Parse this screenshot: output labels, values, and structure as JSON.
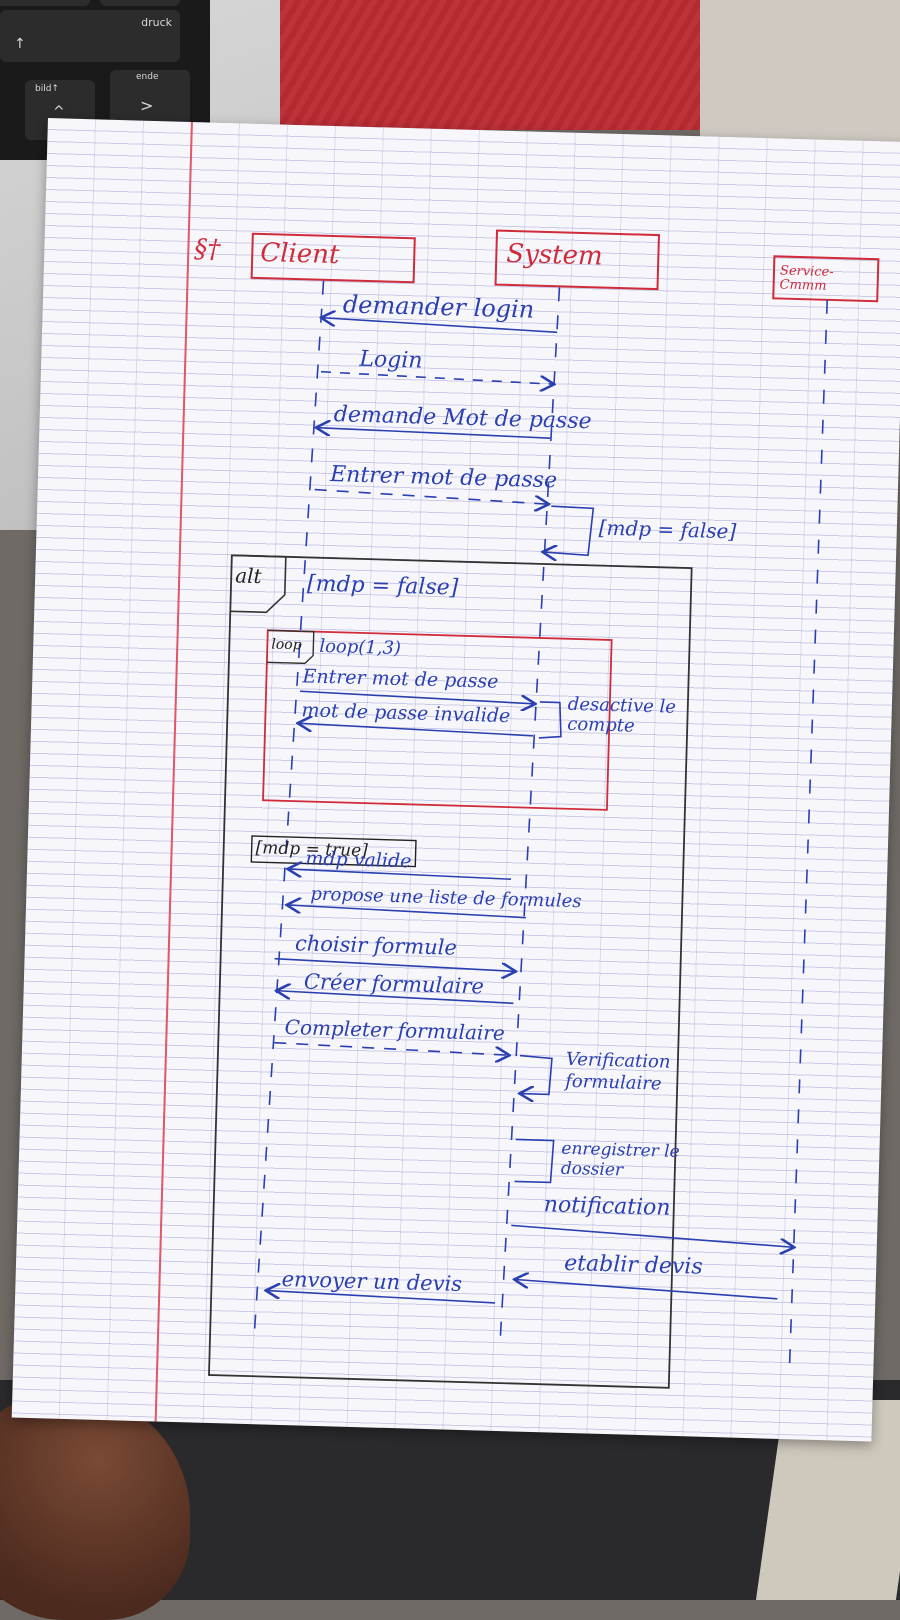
{
  "scene": {
    "keys": {
      "druck": "druck",
      "bild": "bild↑",
      "ende": "ende",
      "up_arrow": "↑",
      "caret": "^",
      "right": ">"
    }
  },
  "diagram": {
    "actor_symbol": "§†",
    "lifelines": {
      "client": "Client",
      "system": "System",
      "service": "Service-Cmmm"
    },
    "messages": [
      {
        "id": "m1",
        "text": "demander login",
        "from": "system",
        "to": "client",
        "style": "solid"
      },
      {
        "id": "m2",
        "text": "Login",
        "from": "client",
        "to": "system",
        "style": "dashed"
      },
      {
        "id": "m3",
        "text": "demande Mot de passe",
        "from": "system",
        "to": "client",
        "style": "solid"
      },
      {
        "id": "m4",
        "text": "Entrer mot de passe",
        "from": "client",
        "to": "system",
        "style": "dashed"
      },
      {
        "id": "m5",
        "text": "[mdp = false]",
        "from": "system",
        "to": "system",
        "style": "self"
      }
    ],
    "alt_fragment": {
      "label": "alt",
      "guard1": "[mdp = false]",
      "loop_fragment": {
        "label": "loop",
        "condition": "loop(1,3)",
        "messages": [
          {
            "id": "l1",
            "text": "Entrer mot de passe",
            "style": "solid"
          },
          {
            "id": "l2",
            "text": "mot de passe invalide",
            "style": "solid"
          }
        ],
        "note": "desactive le compte"
      },
      "guard2": "[mdp = true]",
      "messages": [
        {
          "id": "a1",
          "text": "mdp valide",
          "style": "solid"
        },
        {
          "id": "a2",
          "text": "propose une liste de formules",
          "style": "solid"
        },
        {
          "id": "a3",
          "text": "choisir formule",
          "style": "solid"
        },
        {
          "id": "a4",
          "text": "Créer formulaire",
          "style": "solid"
        },
        {
          "id": "a5",
          "text": "Completer formulaire",
          "style": "dashed"
        },
        {
          "id": "a6",
          "text": "Verification formulaire",
          "style": "self"
        },
        {
          "id": "a7",
          "text": "enregistrer le dossier",
          "style": "self"
        },
        {
          "id": "a8",
          "text": "notification",
          "style": "solid"
        },
        {
          "id": "a9",
          "text": "etablir devis",
          "style": "solid"
        },
        {
          "id": "a10",
          "text": "envoyer un devis",
          "style": "solid"
        }
      ]
    }
  }
}
